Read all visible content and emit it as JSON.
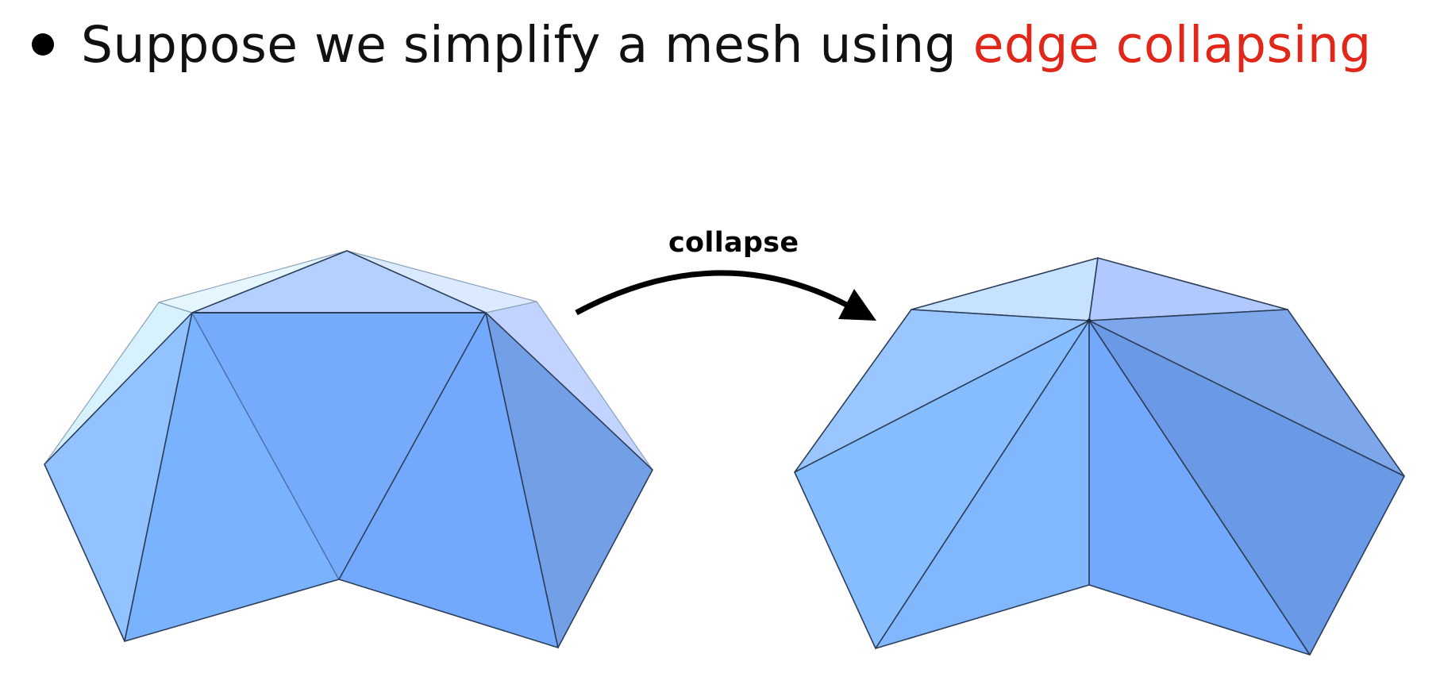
{
  "slide": {
    "bullet_prefix": "Suppose we simplify a mesh using ",
    "bullet_highlight": "edge collapsing",
    "highlight_color": "#e0271a"
  },
  "diagram": {
    "arrow_label": "collapse",
    "mesh_before": "mesh-before-collapse",
    "mesh_after": "mesh-after-collapse"
  }
}
